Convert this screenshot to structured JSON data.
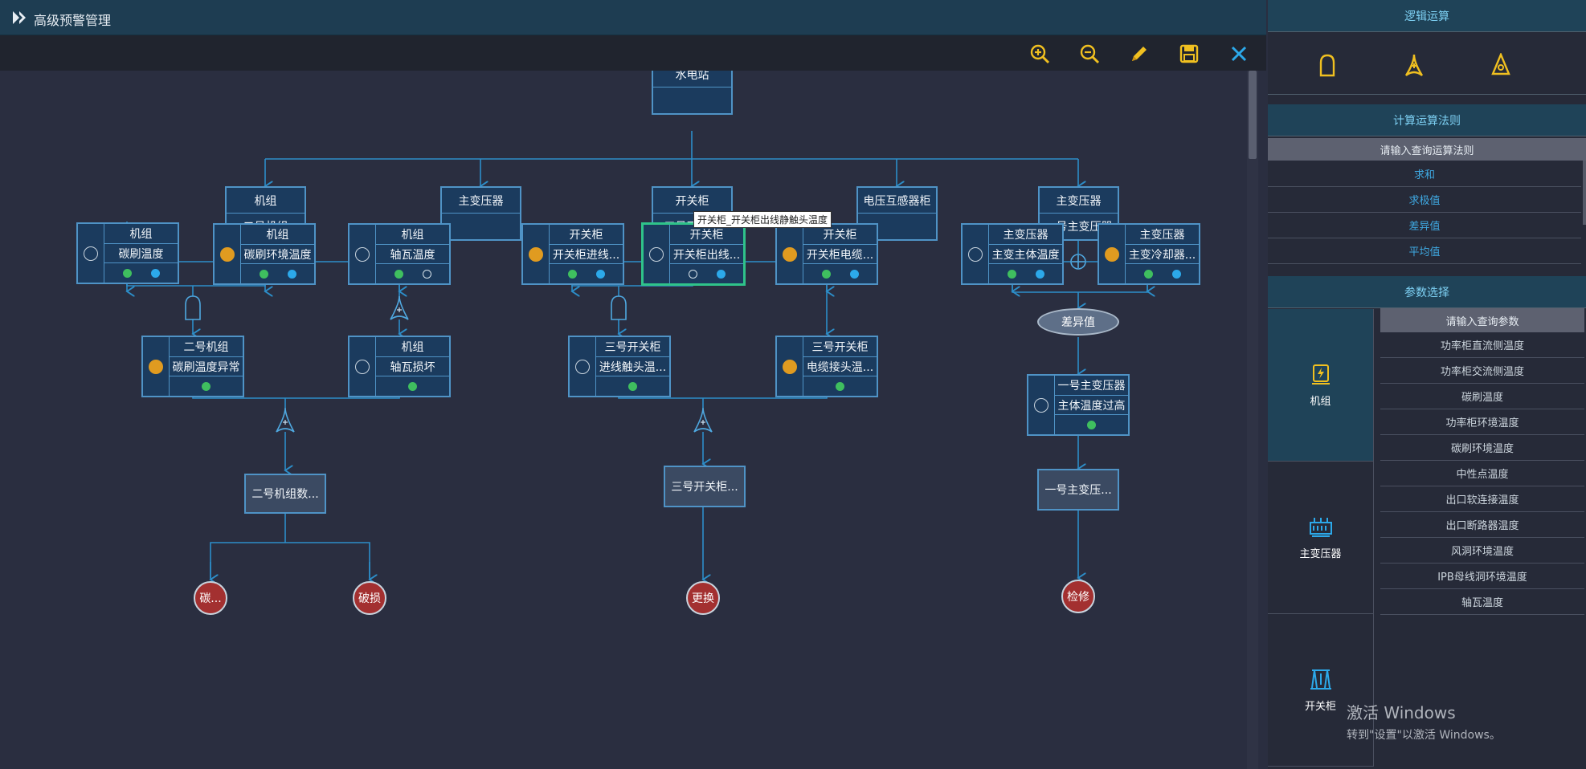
{
  "app": {
    "title": "高级预警管理"
  },
  "toolbar": {
    "zoom_in": "zoom-in-icon",
    "zoom_out": "zoom-out-icon",
    "edit": "pencil-icon",
    "save": "save-icon",
    "close": "close-icon",
    "accent": "#f0c020",
    "close_color": "#2ca9ea"
  },
  "tree": {
    "root": {
      "title": "水电站",
      "sub": ""
    },
    "level1": [
      {
        "title": "机组",
        "sub": "二号机组"
      },
      {
        "title": "主变压器",
        "sub": ""
      },
      {
        "title": "开关柜",
        "sub": "三号开关柜"
      },
      {
        "title": "电压互感器柜",
        "sub": ""
      },
      {
        "title": "主变压器",
        "sub": "一号主变压器"
      }
    ],
    "conditions": [
      {
        "title": "机组",
        "sub": "碳刷温度",
        "state": "off",
        "dots": [
          "g",
          "b"
        ]
      },
      {
        "title": "机组",
        "sub": "碳刷环境温度",
        "state": "on",
        "dots": [
          "g",
          "b"
        ]
      },
      {
        "title": "机组",
        "sub": "轴瓦温度",
        "state": "off",
        "dots": [
          "g",
          "o"
        ]
      },
      {
        "title": "开关柜",
        "sub": "开关柜进线...",
        "state": "on",
        "dots": [
          "g",
          "b"
        ]
      },
      {
        "title": "开关柜",
        "sub": "开关柜出线...",
        "state": "off",
        "dots": [
          "o",
          "b"
        ]
      },
      {
        "title": "开关柜",
        "sub": "开关柜电缆...",
        "state": "on",
        "dots": [
          "g",
          "b"
        ]
      },
      {
        "title": "主变压器",
        "sub": "主变主体温度",
        "state": "off",
        "dots": [
          "g",
          "b"
        ]
      },
      {
        "title": "主变压器",
        "sub": "主变冷却器...",
        "state": "on",
        "dots": [
          "g",
          "b"
        ]
      }
    ],
    "tooltip": "开关柜_开关柜出线静触头温度",
    "diff_label": "差异值",
    "intermediate": [
      {
        "title": "二号机组",
        "sub": "碳刷温度异常",
        "state": "on",
        "dots": [
          "g"
        ]
      },
      {
        "title": "机组",
        "sub": "轴瓦损坏",
        "state": "off",
        "dots": [
          "g"
        ]
      },
      {
        "title": "三号开关柜",
        "sub": "进线触头温...",
        "state": "off",
        "dots": [
          "g"
        ]
      },
      {
        "title": "三号开关柜",
        "sub": "电缆接头温...",
        "state": "on",
        "dots": [
          "g"
        ]
      },
      {
        "title": "一号主变压器",
        "sub": "主体温度过高",
        "state": "off",
        "dots": [
          "g"
        ]
      }
    ],
    "results": [
      "二号机组数...",
      "三号开关柜...",
      "一号主变压..."
    ],
    "ends": [
      "碳...",
      "破损",
      "更换",
      "检修"
    ]
  },
  "logic": {
    "title": "逻辑运算",
    "gates": [
      "and-gate-icon",
      "xor-gate-icon",
      "inhibit-gate-icon"
    ]
  },
  "rules": {
    "title": "计算运算法则",
    "search_placeholder": "请输入查询运算法则",
    "items": [
      "求和",
      "求极值",
      "差异值",
      "平均值"
    ]
  },
  "params": {
    "title": "参数选择",
    "search_placeholder": "请输入查询参数",
    "categories": [
      {
        "label": "机组",
        "icon": "generator-icon"
      },
      {
        "label": "主变压器",
        "icon": "transformer-icon"
      },
      {
        "label": "开关柜",
        "icon": "switchgear-icon"
      }
    ],
    "items": [
      "功率柜直流侧温度",
      "功率柜交流侧温度",
      "碳刷温度",
      "功率柜环境温度",
      "碳刷环境温度",
      "中性点温度",
      "出口软连接温度",
      "出口断路器温度",
      "风洞环境温度",
      "IPB母线洞环境温度",
      "轴瓦温度"
    ]
  },
  "watermark": {
    "line1": "激活 Windows",
    "line2": "转到\"设置\"以激活 Windows。"
  },
  "colors": {
    "node_border": "#4f93c6",
    "node_bg": "#1b3b5e",
    "orange": "#e09b20",
    "green": "#3fbf5f",
    "blue": "#2ca9ea",
    "end_red": "#a33030"
  }
}
